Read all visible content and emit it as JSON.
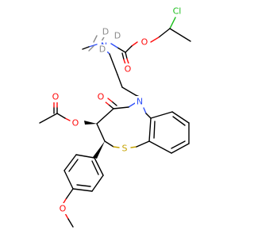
{
  "molecule": {
    "colors": {
      "bond": "#000000",
      "O": "#ff0d0d",
      "N": "#3050f8",
      "S": "#c6a300",
      "Cl": "#1fbf1f",
      "D": "#8a8a8a"
    },
    "atoms": {
      "cl": "Cl",
      "o_ester": "O",
      "o_carbonyl_carbamate": "O",
      "n_carbamate": "N",
      "d1": "D",
      "d2": "D",
      "d3": "D",
      "o_acetate_carbonyl": "O",
      "o_acetate_ester": "O",
      "o_lactam": "O",
      "n_ring": "N",
      "s_ring": "S",
      "o_methoxy": "O"
    }
  }
}
